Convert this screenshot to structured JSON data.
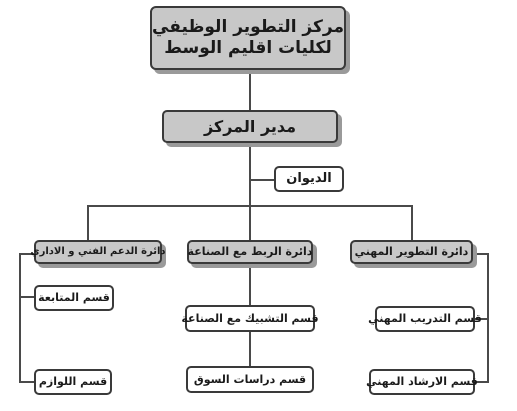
{
  "center": {
    "line1": "مركز التطوير الوظيفي",
    "line2": "لكليات اقليم الوسط"
  },
  "director": "مدير المركز",
  "diwan": "الديوان",
  "departments": {
    "career_development": {
      "title": "دائرة التطوير المهني",
      "sections": [
        "قسم التدريب المهني",
        "قسم الارشاد المهني"
      ]
    },
    "industry_linkage": {
      "title": "دائرة الربط مع الصناعة",
      "sections": [
        "قسم التشبيك مع الصناعة",
        "قسم دراسات السوق"
      ]
    },
    "support": {
      "title": "دائرة الدعم الفني و الاداري",
      "sections": [
        "قسم المتابعة",
        "قسم اللوازم"
      ]
    }
  }
}
